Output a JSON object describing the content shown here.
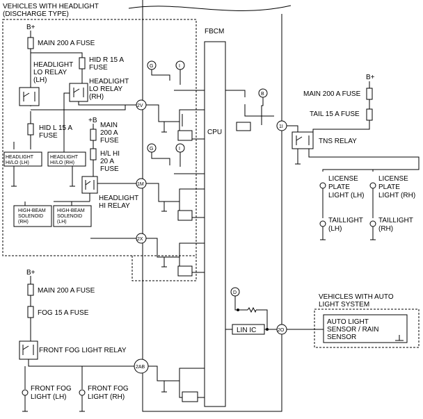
{
  "groups": {
    "headlight_group": "VEHICLES WITH HEADLIGHT\n(DISCHARGE TYPE)",
    "auto_light_group": "VEHICLES WITH AUTO\nLIGHT SYSTEM"
  },
  "modules": {
    "fbcm": "FBCM",
    "cpu": "CPU",
    "lin_ic": "LIN IC"
  },
  "supplies": {
    "bplus": "B+",
    "plus_b": "+B"
  },
  "fuses": {
    "main_200_top": "MAIN 200 A FUSE",
    "hid_r": "HID R 15 A\nFUSE",
    "hid_l": "HID L 15 A\nFUSE",
    "main_200_mid": "MAIN\n200 A\nFUSE",
    "hl_hi": "H/L HI\n20 A\nFUSE",
    "main_200_right": "MAIN 200 A FUSE",
    "tail": "TAIL 15 A FUSE",
    "main_200_bottom": "MAIN 200 A FUSE",
    "fog": "FOG 15 A FUSE"
  },
  "relays": {
    "lo_lh": "HEADLIGHT\nLO RELAY\n(LH)",
    "lo_rh": "HEADLIGHT\nLO RELAY\n(RH)",
    "hi": "HEADLIGHT\nHI RELAY",
    "tns": "TNS RELAY",
    "front_fog": "FRONT FOG LIGHT RELAY"
  },
  "loads": {
    "hilo_lh": "HEADLIGHT\nHI/LO (LH)",
    "hilo_rh": "HEADLIGHT\nHI/LO (RH)",
    "sol_rh": "HIGH-BEAM\nSOLENOID\n(RH)",
    "sol_lh": "HIGH-BEAM\nSOLENOID\n(LH)",
    "license_lh": "LICENSE\nPLATE\nLIGHT (LH)",
    "license_rh": "LICENSE\nPLATE\nLIGHT (RH)",
    "taillight_lh": "TAILLIGHT\n(LH)",
    "taillight_rh": "TAILLIGHT\n(RH)",
    "fog_lh": "FRONT FOG\nLIGHT (LH)",
    "fog_rh": "FRONT FOG\nLIGHT (RH)",
    "auto_sensor": "AUTO LIGHT\nSENSOR / RAIN\nSENSOR"
  },
  "terminals": {
    "t2V": "2V",
    "t1M": "1M",
    "t2X": "2X",
    "t1I": "1I",
    "t2O": "2O",
    "t2AB": "2AB"
  },
  "markers": {
    "g": "G",
    "i": "I",
    "b": "B",
    "d": "D"
  }
}
